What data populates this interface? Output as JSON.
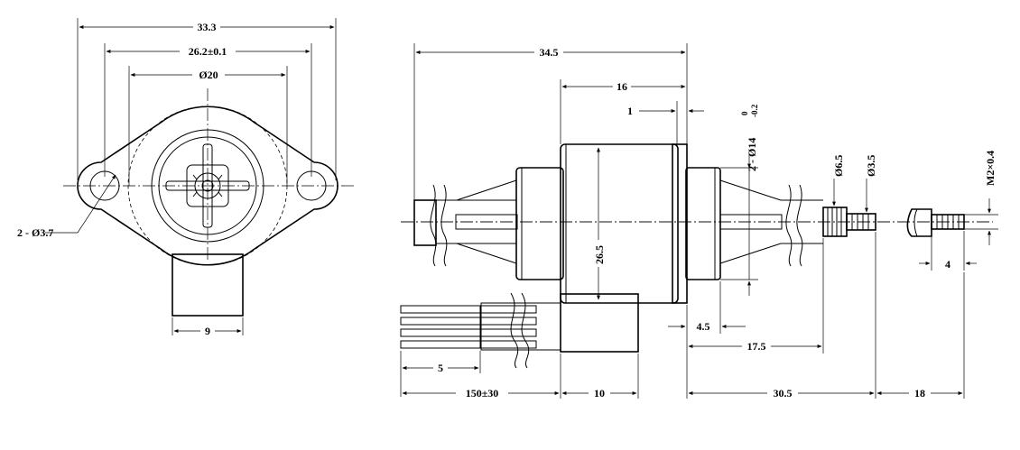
{
  "front_view": {
    "overall_width": "33.3",
    "mount_hole_pitch": "26.2±0.1",
    "body_diameter": "Ø20",
    "mount_holes": "2 - Ø3.7",
    "connector_width": "9"
  },
  "side_view": {
    "overall_length": "34.5",
    "body_length": "16",
    "flange_thickness": "1",
    "flange_diameter": "2 - Ø14",
    "flange_tol_upper": "0",
    "flange_tol_lower": "-0.2",
    "body_height": "26.5",
    "rear_offset": "4.5",
    "shaft_extension": "17.5",
    "lead_strip": "5",
    "lead_length": "150±30",
    "connector_length": "10"
  },
  "shaft_detail": {
    "step_diameter": "Ø6.5",
    "tip_diameter": "Ø3.5",
    "thread": "M2×0.4",
    "thread_length": "4",
    "total_shaft": "30.5",
    "screw_length": "18"
  }
}
